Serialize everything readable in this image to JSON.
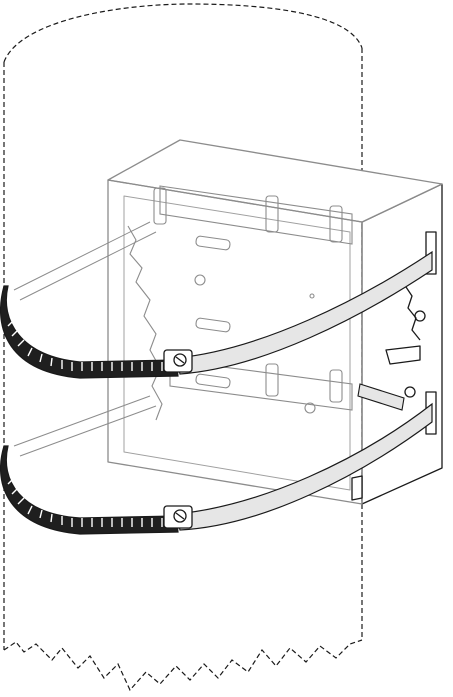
{
  "figure": {
    "kind": "technical-illustration",
    "subject": "pole-mount-bracket-with-hose-clamps",
    "colors": {
      "background": "#ffffff",
      "line": "#1a1a1a",
      "ghost_line": "#8c8c8c",
      "strap_fill": "#e6e6e6",
      "strap_dark": "#1f1f1f",
      "box_face": "#ffffff"
    },
    "parts": {
      "pole": "dashed-outline-pole",
      "enclosure": "rectangular-enclosure-back-view",
      "bracket": "mounting-bracket",
      "upper_clamp": "hose-clamp-upper",
      "lower_clamp": "hose-clamp-lower"
    }
  }
}
